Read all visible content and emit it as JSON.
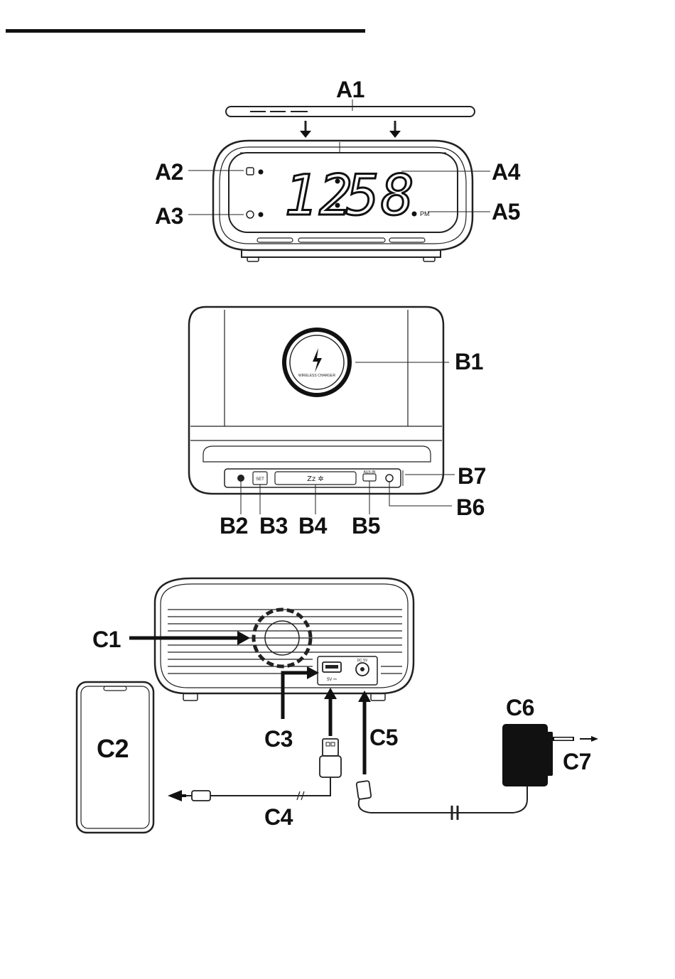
{
  "labels": {
    "A1": "A1",
    "A2": "A2",
    "A3": "A3",
    "A4": "A4",
    "A5": "A5",
    "B1": "B1",
    "B2": "B2",
    "B3": "B3",
    "B4": "B4",
    "B5": "B5",
    "B6": "B6",
    "B7": "B7",
    "C1": "C1",
    "C2": "C2",
    "C3": "C3",
    "C4": "C4",
    "C5": "C5",
    "C6": "C6",
    "C7": "C7"
  },
  "clock": {
    "hours": "12",
    "minutes": "58",
    "ampm": "PM"
  },
  "device_text": {
    "wireless_charger": "WIRELESS CHARGER",
    "set": "SET",
    "snooze": "Zz ✲",
    "aux": "AUX-IN",
    "usb_out": "5V ⎓",
    "dc_in": "DC 5V"
  }
}
